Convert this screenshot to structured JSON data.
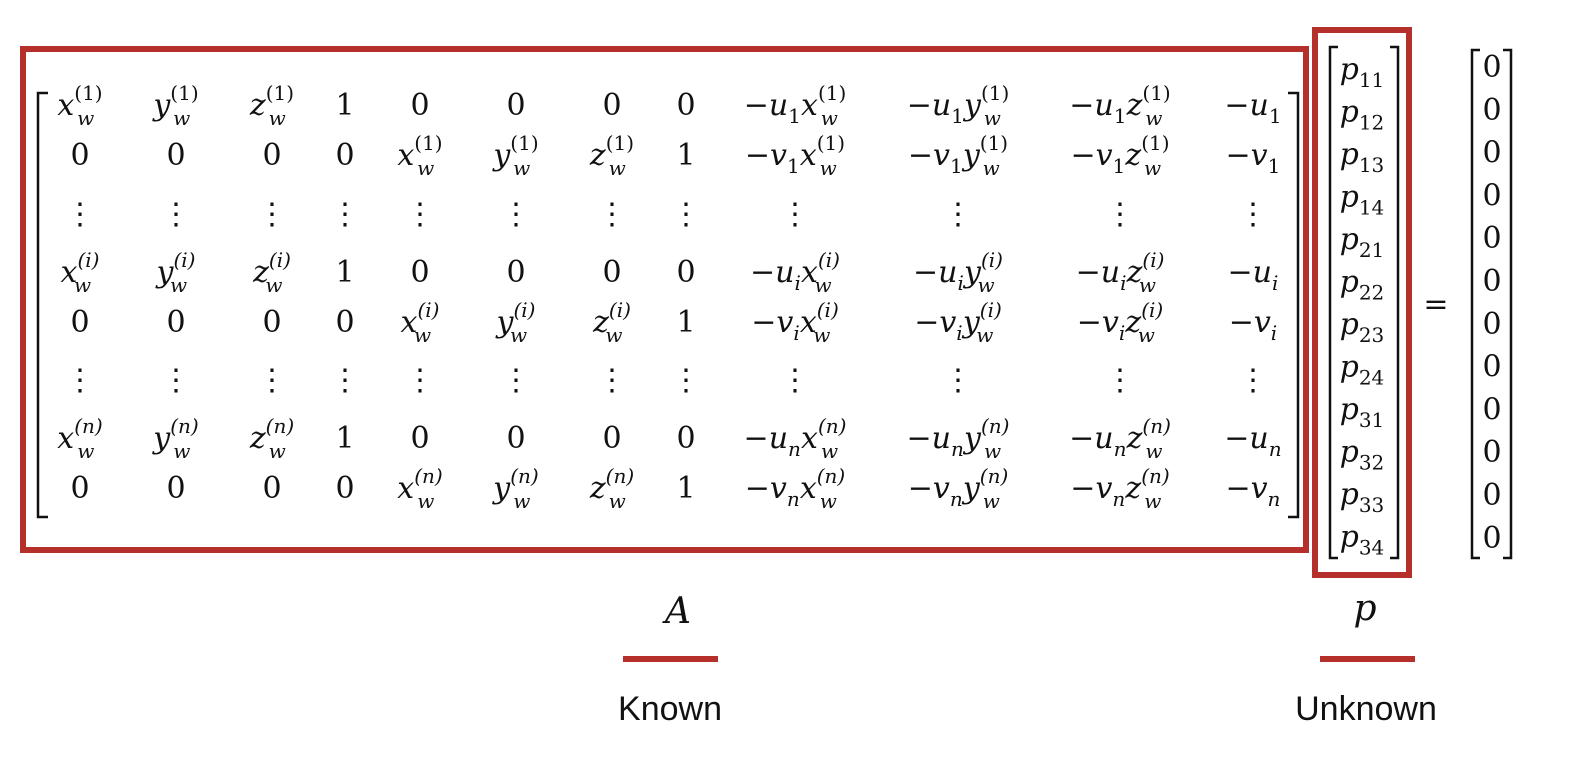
{
  "accent_color": "#b5302a",
  "matrix_A": {
    "rows": [
      [
        [
          "x",
          "w",
          "(1)"
        ],
        [
          "y",
          "w",
          "(1)"
        ],
        [
          "z",
          "w",
          "(1)"
        ],
        "1",
        "0",
        "0",
        "0",
        "0",
        [
          "−u",
          "1",
          "x",
          "w",
          "(1)"
        ],
        [
          "−u",
          "1",
          "y",
          "w",
          "(1)"
        ],
        [
          "−u",
          "1",
          "z",
          "w",
          "(1)"
        ],
        [
          "−u",
          "1"
        ]
      ],
      [
        "0",
        "0",
        "0",
        "0",
        [
          "x",
          "w",
          "(1)"
        ],
        [
          "y",
          "w",
          "(1)"
        ],
        [
          "z",
          "w",
          "(1)"
        ],
        "1",
        [
          "−v",
          "1",
          "x",
          "w",
          "(1)"
        ],
        [
          "−v",
          "1",
          "y",
          "w",
          "(1)"
        ],
        [
          "−v",
          "1",
          "z",
          "w",
          "(1)"
        ],
        [
          "−v",
          "1"
        ]
      ],
      [
        "⋮",
        "⋮",
        "⋮",
        "⋮",
        "⋮",
        "⋮",
        "⋮",
        "⋮",
        "⋮",
        "⋮",
        "⋮",
        "⋮"
      ],
      [
        [
          "x",
          "w",
          "(i)"
        ],
        [
          "y",
          "w",
          "(i)"
        ],
        [
          "z",
          "w",
          "(i)"
        ],
        "1",
        "0",
        "0",
        "0",
        "0",
        [
          "−u",
          "i",
          "x",
          "w",
          "(i)"
        ],
        [
          "−u",
          "i",
          "y",
          "w",
          "(i)"
        ],
        [
          "−u",
          "i",
          "z",
          "w",
          "(i)"
        ],
        [
          "−u",
          "i"
        ]
      ],
      [
        "0",
        "0",
        "0",
        "0",
        [
          "x",
          "w",
          "(i)"
        ],
        [
          "y",
          "w",
          "(i)"
        ],
        [
          "z",
          "w",
          "(i)"
        ],
        "1",
        [
          "−v",
          "i",
          "x",
          "w",
          "(i)"
        ],
        [
          "−v",
          "i",
          "y",
          "w",
          "(i)"
        ],
        [
          "−v",
          "i",
          "z",
          "w",
          "(i)"
        ],
        [
          "−v",
          "i"
        ]
      ],
      [
        "⋮",
        "⋮",
        "⋮",
        "⋮",
        "⋮",
        "⋮",
        "⋮",
        "⋮",
        "⋮",
        "⋮",
        "⋮",
        "⋮"
      ],
      [
        [
          "x",
          "w",
          "(n)"
        ],
        [
          "y",
          "w",
          "(n)"
        ],
        [
          "z",
          "w",
          "(n)"
        ],
        "1",
        "0",
        "0",
        "0",
        "0",
        [
          "−u",
          "n",
          "x",
          "w",
          "(n)"
        ],
        [
          "−u",
          "n",
          "y",
          "w",
          "(n)"
        ],
        [
          "−u",
          "n",
          "z",
          "w",
          "(n)"
        ],
        [
          "−u",
          "n"
        ]
      ],
      [
        "0",
        "0",
        "0",
        "0",
        [
          "x",
          "w",
          "(n)"
        ],
        [
          "y",
          "w",
          "(n)"
        ],
        [
          "z",
          "w",
          "(n)"
        ],
        "1",
        [
          "−v",
          "n",
          "x",
          "w",
          "(n)"
        ],
        [
          "−v",
          "n",
          "y",
          "w",
          "(n)"
        ],
        [
          "−v",
          "n",
          "z",
          "w",
          "(n)"
        ],
        [
          "−v",
          "n"
        ]
      ]
    ]
  },
  "vector_p": {
    "entries": [
      [
        "p",
        "11"
      ],
      [
        "p",
        "12"
      ],
      [
        "p",
        "13"
      ],
      [
        "p",
        "14"
      ],
      [
        "p",
        "21"
      ],
      [
        "p",
        "22"
      ],
      [
        "p",
        "23"
      ],
      [
        "p",
        "24"
      ],
      [
        "p",
        "31"
      ],
      [
        "p",
        "32"
      ],
      [
        "p",
        "33"
      ],
      [
        "p",
        "34"
      ]
    ]
  },
  "equals_sign": "=",
  "zero_vector": {
    "entries": [
      "0",
      "0",
      "0",
      "0",
      "0",
      "0",
      "0",
      "0",
      "0",
      "0",
      "0",
      "0"
    ]
  },
  "labels": {
    "A_symbol": "A",
    "A_caption": "Known",
    "p_symbol": "p",
    "p_caption": "Unknown"
  }
}
